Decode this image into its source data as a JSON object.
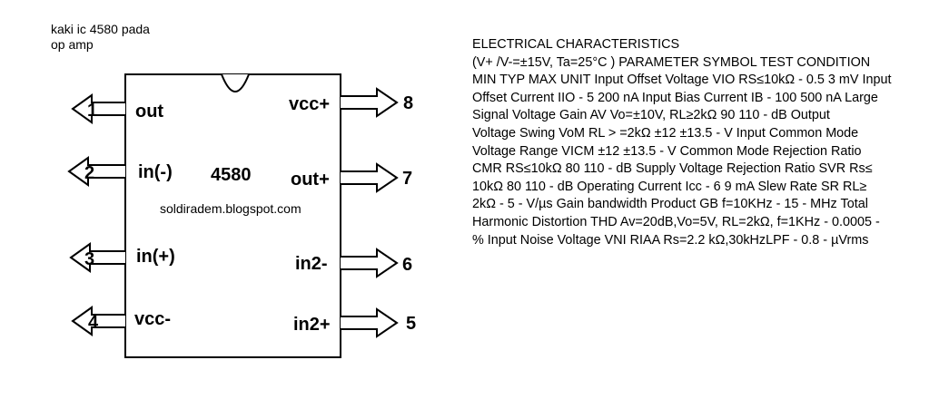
{
  "caption": "kaki ic 4580 pada\nop amp",
  "chip": {
    "part": "4580",
    "watermark": "soldiradem.blogspot.com"
  },
  "pins": [
    {
      "number": "1",
      "label": "out"
    },
    {
      "number": "2",
      "label": "in(-)"
    },
    {
      "number": "3",
      "label": "in(+)"
    },
    {
      "number": "4",
      "label": "vcc-"
    },
    {
      "number": "5",
      "label": "in2+"
    },
    {
      "number": "6",
      "label": "in2-"
    },
    {
      "number": "7",
      "label": "out+"
    },
    {
      "number": "8",
      "label": "vcc+"
    }
  ],
  "specs": {
    "lines": [
      "ELECTRICAL CHARACTERISTICS",
      " (V+ /V-=±15V, Ta=25°C ) PARAMETER SYMBOL TEST CONDITION",
      "MIN TYP MAX UNIT Input Offset Voltage VIO RS≤10kΩ - 0.5 3 mV Input",
      "Offset Current IIO  - 5 200 nA Input Bias Current IB  - 100 500 nA Large",
      "Signal Voltage Gain     AV Vo=±10V, RL≥2kΩ 90 110 - dB Output",
      "Voltage Swing VoM RL > =2kΩ ±12 ±13.5 - V Input Common Mode",
      "Voltage Range VICM  ±12 ±13.5 - V Common Mode Rejection Ratio",
      "CMR RS≤10kΩ 80 110 - dB Supply Voltage Rejection Ratio  SVR Rs≤",
      "10kΩ 80 110 - dB Operating Current Icc  - 6 9 mA Slew Rate  SR RL≥",
      "2kΩ - 5 - V/µs Gain bandwidth Product GB f=10KHz - 15 - MHz Total",
      "Harmonic Distortion THD Av=20dB,Vo=5V, RL=2kΩ, f=1KHz - 0.0005 -",
      "% Input Noise Voltage VNI RIAA Rs=2.2 kΩ,30kHzLPF - 0.8 - µVrms"
    ]
  }
}
